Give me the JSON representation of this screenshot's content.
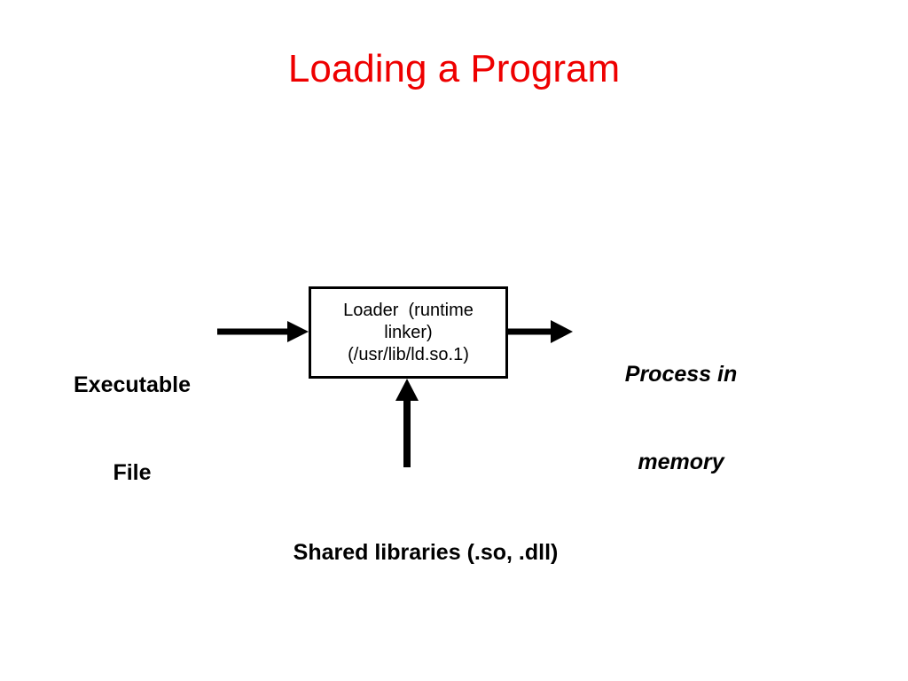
{
  "slide": {
    "title": "Loading a Program",
    "title_color": "#ee0000",
    "background_color": "#ffffff",
    "text_color": "#000000"
  },
  "diagram": {
    "type": "flow-diagram",
    "loader_box": {
      "name": "Loader (runtime linker)",
      "lines": [
        "Loader  (runtime",
        "linker)",
        "(/usr/lib/ld.so.1)"
      ],
      "border_color": "#000000",
      "fill_color": "#ffffff"
    },
    "labels": {
      "input": {
        "lines": [
          "Executable",
          "File"
        ],
        "style": "bold"
      },
      "output": {
        "lines": [
          "Process in",
          "memory"
        ],
        "style": "bold-italic"
      },
      "support": {
        "lines": [
          "Shared libraries (.so, .dll)"
        ],
        "style": "bold"
      }
    },
    "arrows": [
      {
        "name": "executable-to-loader",
        "direction": "right",
        "from": "Executable File",
        "to": "Loader (runtime linker)"
      },
      {
        "name": "loader-to-process",
        "direction": "right",
        "from": "Loader (runtime linker)",
        "to": "Process in memory"
      },
      {
        "name": "libraries-to-loader",
        "direction": "up",
        "from": "Shared libraries (.so, .dll)",
        "to": "Loader (runtime linker)"
      }
    ]
  }
}
